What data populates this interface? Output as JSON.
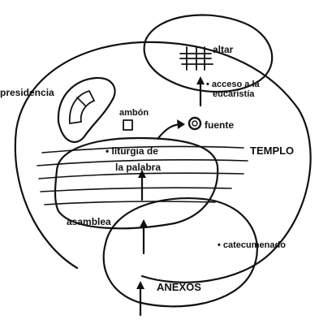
{
  "labels": {
    "altar": "altar",
    "presidencia": "presidencia",
    "ambon": "ambón",
    "acceso_line1": "• acceso a la",
    "acceso_line2": "eucaristía",
    "fuente": "fuente",
    "liturgia_line1": "• liturgia de",
    "liturgia_line2": "la palabra",
    "templo": "TEMPLO",
    "asamblea": "asamblea",
    "catecumenado": "• catecumenado",
    "anexos": "ANEXOS"
  },
  "colors": {
    "ink": "#111111",
    "background": "#ffffff"
  }
}
